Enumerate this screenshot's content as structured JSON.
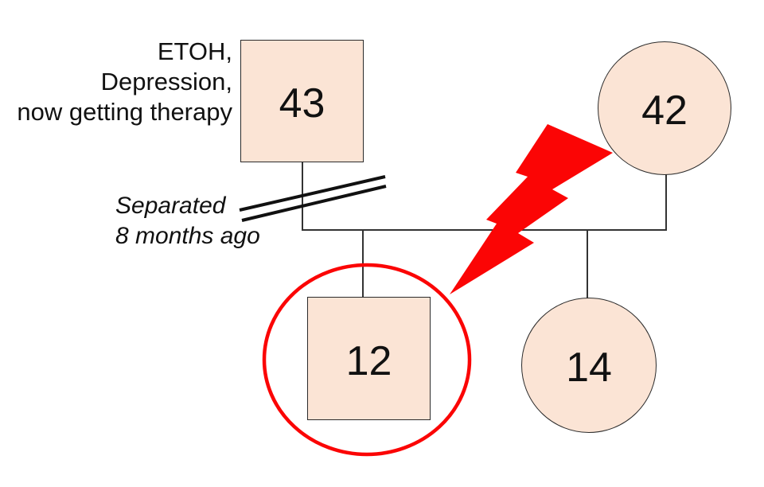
{
  "colors": {
    "shape_fill": "#fbe4d5",
    "shape_outline": "#2b2b2b",
    "connector": "#333333",
    "separation": "#111111",
    "accent_red": "#fb0505",
    "text": "#111111"
  },
  "genogram": {
    "father": {
      "age": "43"
    },
    "mother": {
      "age": "42"
    },
    "son": {
      "age": "12"
    },
    "daughter": {
      "age": "14"
    },
    "father_annotation": [
      "ETOH,",
      "Depression,",
      "now getting therapy"
    ],
    "separation_note": [
      "Separated",
      "8 months ago"
    ],
    "icons": {
      "lightning": "conflict-lightning-icon",
      "patient_circle": "identified-patient-circle"
    }
  }
}
